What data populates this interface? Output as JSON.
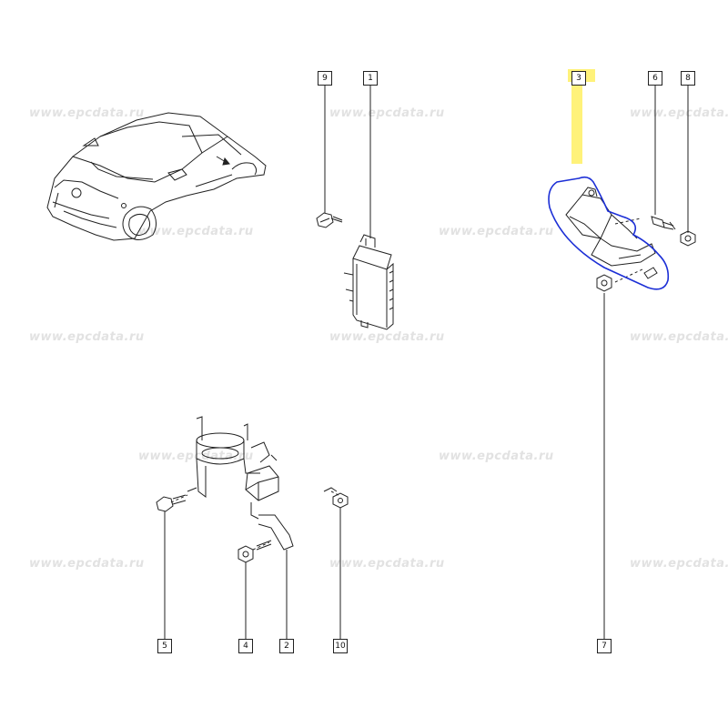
{
  "header_small_text": "",
  "watermark": "www.epcdata.ru",
  "callouts": {
    "c1": "1",
    "c2": "2",
    "c3": "3",
    "c4": "4",
    "c5": "5",
    "c6": "6",
    "c7": "7",
    "c8": "8",
    "c9": "9",
    "c10": "10"
  },
  "colors": {
    "line": "#222222",
    "highlight": "#fff27a",
    "marker_circle": "#1c2fd6",
    "watermark": "#e2e2e2"
  },
  "icons": {
    "car": "car-outline-icon",
    "module": "electronic-module-icon",
    "sensor": "height-sensor-icon"
  }
}
